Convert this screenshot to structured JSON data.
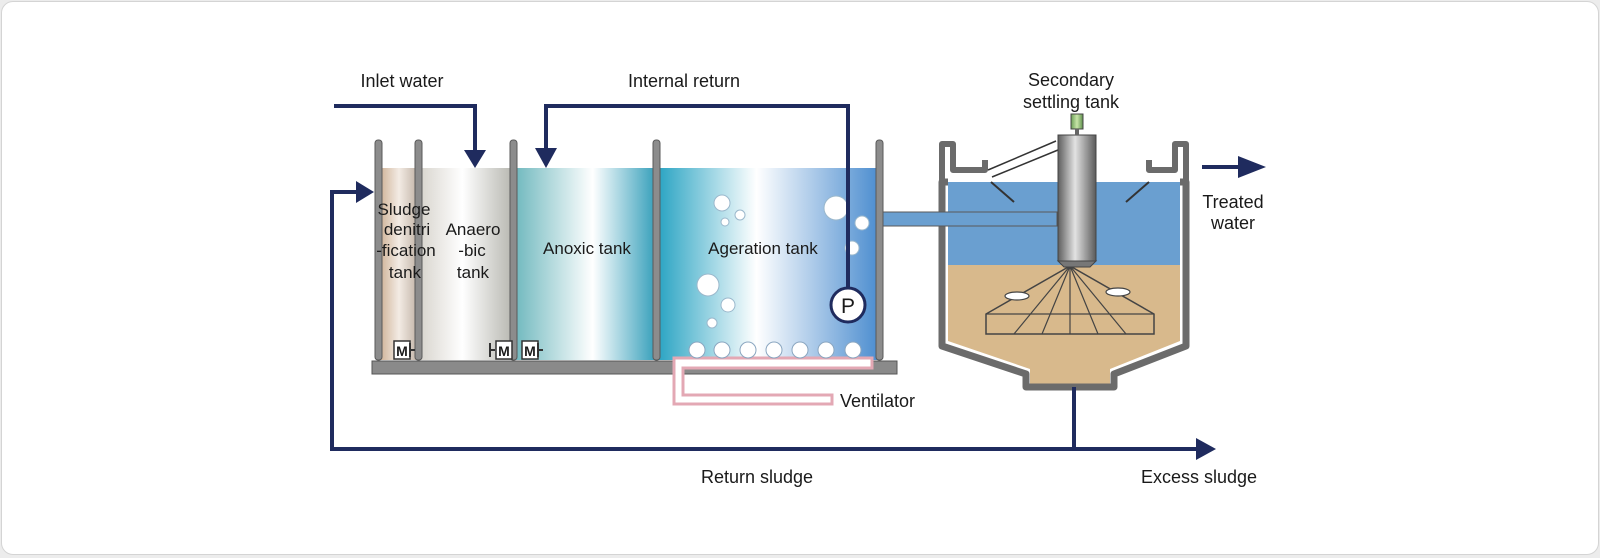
{
  "labels": {
    "inlet_water": "Inlet water",
    "internal_return": "Internal return",
    "secondary_settling_line1": "Secondary",
    "secondary_settling_line2": "settling tank",
    "treated_line1": "Treated",
    "treated_line2": "water",
    "sludge_line1": "Sludge",
    "sludge_line2": "denitri",
    "sludge_line3": "-fication",
    "sludge_line4": "tank",
    "anaero_line1": "Anaero",
    "anaero_line2": "-bic",
    "anaero_line3": "tank",
    "anoxic_tank": "Anoxic tank",
    "aeration_tank": "Ageration tank",
    "pump_symbol": "P",
    "mixer_symbol": "M",
    "ventilator": "Ventilator",
    "return_sludge": "Return sludge",
    "excess_sludge": "Excess sludge"
  },
  "colors": {
    "flow_line": "#1f2b5e",
    "water_blue": "#6a9fd0",
    "sludge_tan": "#d8b98c",
    "air_pipe": "#e3a8b4",
    "wall_gray": "#8c8c8c"
  }
}
